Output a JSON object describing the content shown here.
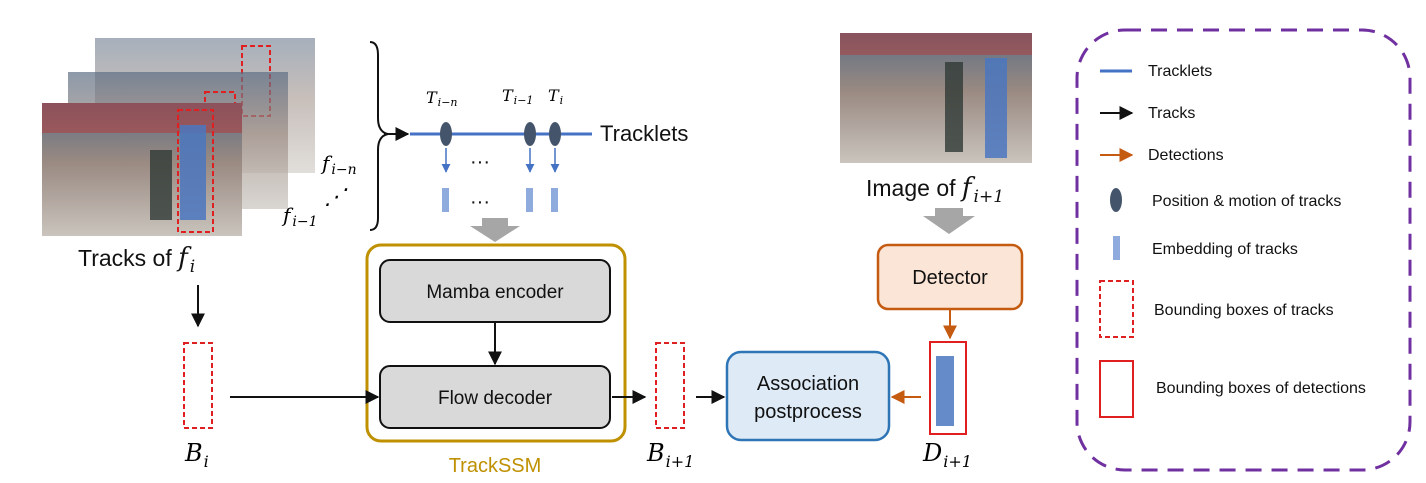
{
  "tracks": {
    "caption_prefix": "Tracks of ",
    "f_sym": "f",
    "f_sub": "i",
    "frame_label_n_sym": "f",
    "frame_label_n_sub": "i−n",
    "frame_label_1_sym": "f",
    "frame_label_1_sub": "i−1",
    "ellipsis": "⋰"
  },
  "tracklets": {
    "label": "Tracklets",
    "t_sym": "T",
    "t_n_sub": "i−n",
    "t_1_sub": "i−1",
    "t_i_sub": "i",
    "dots": "···"
  },
  "tracks_box_label_sym": "B",
  "tracks_box_label_sub": "i",
  "next_box_label_sym": "B",
  "next_box_label_sub": "i+1",
  "detection_label_sym": "D",
  "detection_label_sub": "i+1",
  "trackssm": {
    "title": "TrackSSM",
    "encoder_label": "Mamba  encoder",
    "decoder_label": "Flow  decoder"
  },
  "association": {
    "line1": "Association",
    "line2": "postprocess"
  },
  "image": {
    "caption_prefix": "Image of ",
    "f_sym": "f",
    "f_sub": "i+1"
  },
  "detector": {
    "label": "Detector"
  },
  "legend": {
    "tracklets": "Tracklets",
    "tracks": "Tracks",
    "detections": "Detections",
    "position_motion": "Position  &  motion  of  tracks",
    "embedding": "Embedding  of  tracks",
    "bbox_tracks": "Bounding  boxes  of  tracks",
    "bbox_detections": "Bounding  boxes  of  detections"
  },
  "colors": {
    "tracklet_blue": "#4472c4",
    "ellipse_navy": "#44546a",
    "embed_blue": "#8faadc",
    "red": "#e02020",
    "detection_orange": "#c55a11",
    "detector_fill": "#fbe5d6",
    "association_fill": "#deebf7",
    "association_border": "#2e75b6",
    "trackssm_gold": "#bf9000",
    "legend_purple": "#7030a0",
    "gray_arrow": "#a6a6a6",
    "module_fill": "#d9d9d9"
  }
}
